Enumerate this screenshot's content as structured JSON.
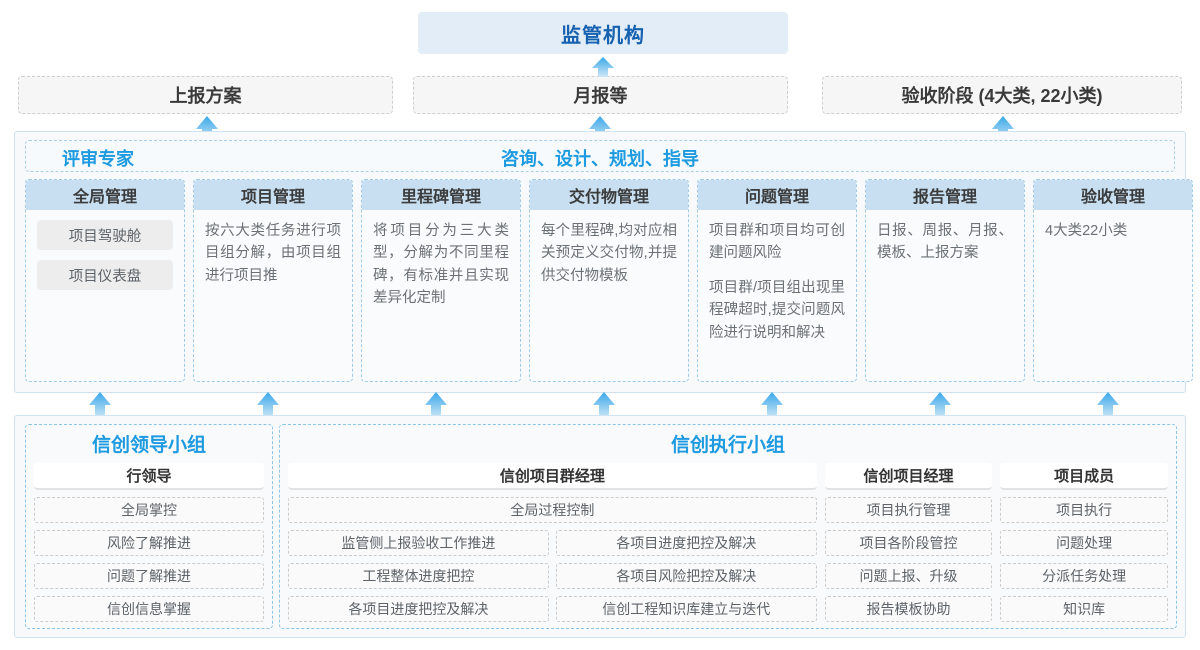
{
  "regulator": {
    "label": "监管机构"
  },
  "top_boxes": [
    {
      "label": "上报方案"
    },
    {
      "label": "月报等"
    },
    {
      "label": "验收阶段 (4大类, 22小类)"
    }
  ],
  "mid_band": {
    "label_left": "评审专家",
    "label_center": "咨询、设计、规划、指导",
    "columns": [
      {
        "title": "全局管理",
        "chips": [
          "项目驾驶舱",
          "项目仪表盘"
        ],
        "paragraphs": []
      },
      {
        "title": "项目管理",
        "chips": [],
        "paragraphs": [
          "按六大类任务进行项目组分解，由项目组进行项目推"
        ]
      },
      {
        "title": "里程碑管理",
        "chips": [],
        "paragraphs": [
          "将项目分为三大类型，分解为不同里程碑，有标准并且实现差异化定制"
        ]
      },
      {
        "title": "交付物管理",
        "chips": [],
        "paragraphs": [
          "每个里程碑,均对应相关预定义交付物,并提供交付物模板"
        ]
      },
      {
        "title": "问题管理",
        "chips": [],
        "paragraphs": [
          "项目群和项目均可创建问题风险",
          "项目群/项目组出现里程碑超时,提交问题风险进行说明和解决"
        ]
      },
      {
        "title": "报告管理",
        "chips": [],
        "paragraphs": [
          "日报、周报、月报、模板、上报方案"
        ]
      },
      {
        "title": "验收管理",
        "chips": [],
        "paragraphs": [
          "4大类22小类"
        ]
      }
    ]
  },
  "bottom_band": {
    "leader_group": {
      "title": "信创领导小组",
      "role": "行领导",
      "tasks": [
        "全局掌控",
        "风险了解推进",
        "问题了解推进",
        "信创信息掌握"
      ]
    },
    "exec_group": {
      "title": "信创执行小组",
      "program_manager": {
        "role": "信创项目群经理",
        "task_full": "全局过程控制",
        "tasks_left": [
          "监管侧上报验收工作推进",
          "工程整体进度把控",
          "各项目进度把控及解决"
        ],
        "tasks_right": [
          "各项目进度把控及解决",
          "各项目风险把控及解决",
          "信创工程知识库建立与迭代"
        ]
      },
      "project_manager": {
        "role": "信创项目经理",
        "tasks": [
          "项目执行管理",
          "项目各阶段管控",
          "问题上报、升级",
          "报告模板协助"
        ]
      },
      "member": {
        "role": "项目成员",
        "tasks": [
          "项目执行",
          "问题处理",
          "分派任务处理",
          "知识库"
        ]
      }
    }
  },
  "colors": {
    "accent_blue": "#1e9ae0",
    "title_blue": "#1661b0",
    "header_fill": "#c7dff0",
    "regulator_fill": "#e3edf7",
    "arrow_top": "#3aa8e8",
    "arrow_bottom": "#cfe7f7"
  },
  "arrows": {
    "icon": "arrow-up-icon",
    "top_row_x": [
      207,
      600,
      1003
    ],
    "mid_row_x": [
      100,
      268,
      436,
      604,
      772,
      940,
      1104
    ]
  }
}
